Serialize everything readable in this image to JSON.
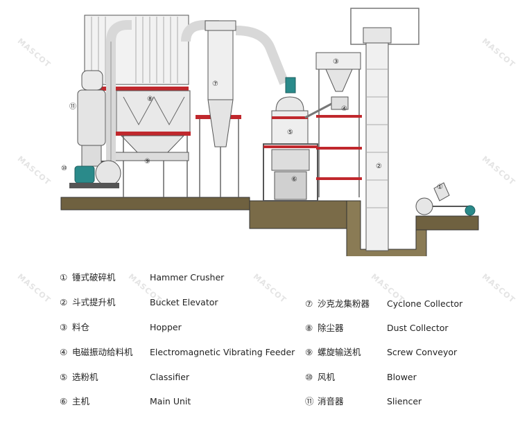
{
  "watermark": "MASCOT",
  "legend": [
    {
      "num": "①",
      "cn": "锤式破碎机",
      "en": "Hammer Crusher"
    },
    {
      "num": "②",
      "cn": "斗式提升机",
      "en": "Bucket Elevator"
    },
    {
      "num": "③",
      "cn": "料仓",
      "en": "Hopper"
    },
    {
      "num": "④",
      "cn": "电磁振动给料机",
      "en": "Electromagnetic Vibrating Feeder"
    },
    {
      "num": "⑤",
      "cn": "选粉机",
      "en": "Classifier"
    },
    {
      "num": "⑥",
      "cn": "主机",
      "en": "Main Unit"
    },
    {
      "num": "⑦",
      "cn": "沙克龙集粉器",
      "en": "Cyclone Collector"
    },
    {
      "num": "⑧",
      "cn": "除尘器",
      "en": "Dust Collector"
    },
    {
      "num": "⑨",
      "cn": "螺旋输送机",
      "en": "Screw Conveyor"
    },
    {
      "num": "⑩",
      "cn": "风机",
      "en": "Blower"
    },
    {
      "num": "⑪",
      "cn": "消音器",
      "en": "Sliencer"
    }
  ],
  "diagram_labels": {
    "l1": "①",
    "l2": "②",
    "l3": "③",
    "l4": "④",
    "l5": "⑤",
    "l6": "⑥",
    "l7": "⑦",
    "l8": "⑧",
    "l9": "⑨",
    "l10": "⑩",
    "l11": "⑪"
  },
  "colors": {
    "accent": "#c0282d",
    "motor": "#2a8a8a",
    "ground": "#7a6a45"
  }
}
